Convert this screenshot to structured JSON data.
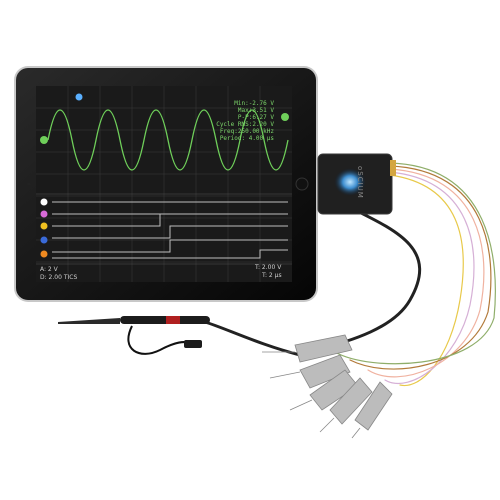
{
  "readout": {
    "min": "Min:-2.76 V",
    "max": "Max:3.51 V",
    "pp": "P-P:6.27 V",
    "cycle_rms": "Cycle RMS:2.20 V",
    "freq": "Freq:250.00 kHz",
    "period": "Period: 4.00 µs"
  },
  "footer": {
    "ch_a_scale": "A: 2 V",
    "d_scale": "D: 2.00 TICS",
    "trigger": "T: 2.00 V",
    "timebase": "T: 2 µs"
  },
  "device": {
    "brand": "oSCIUM"
  },
  "colors": {
    "screen_bg": "#1a1a1a",
    "grid": "#3a3a3a",
    "analog_trace": "#6fcf5a",
    "digital_trace": "#cfcfcf",
    "channels": [
      "#ffffff",
      "#d86ad8",
      "#f0c020",
      "#3a6ad8",
      "#f08a20"
    ]
  },
  "icons": [
    "trigger-marker-icon",
    "channel-a-marker-icon",
    "cursor-handle-icon",
    "bluetooth-glow-icon"
  ]
}
